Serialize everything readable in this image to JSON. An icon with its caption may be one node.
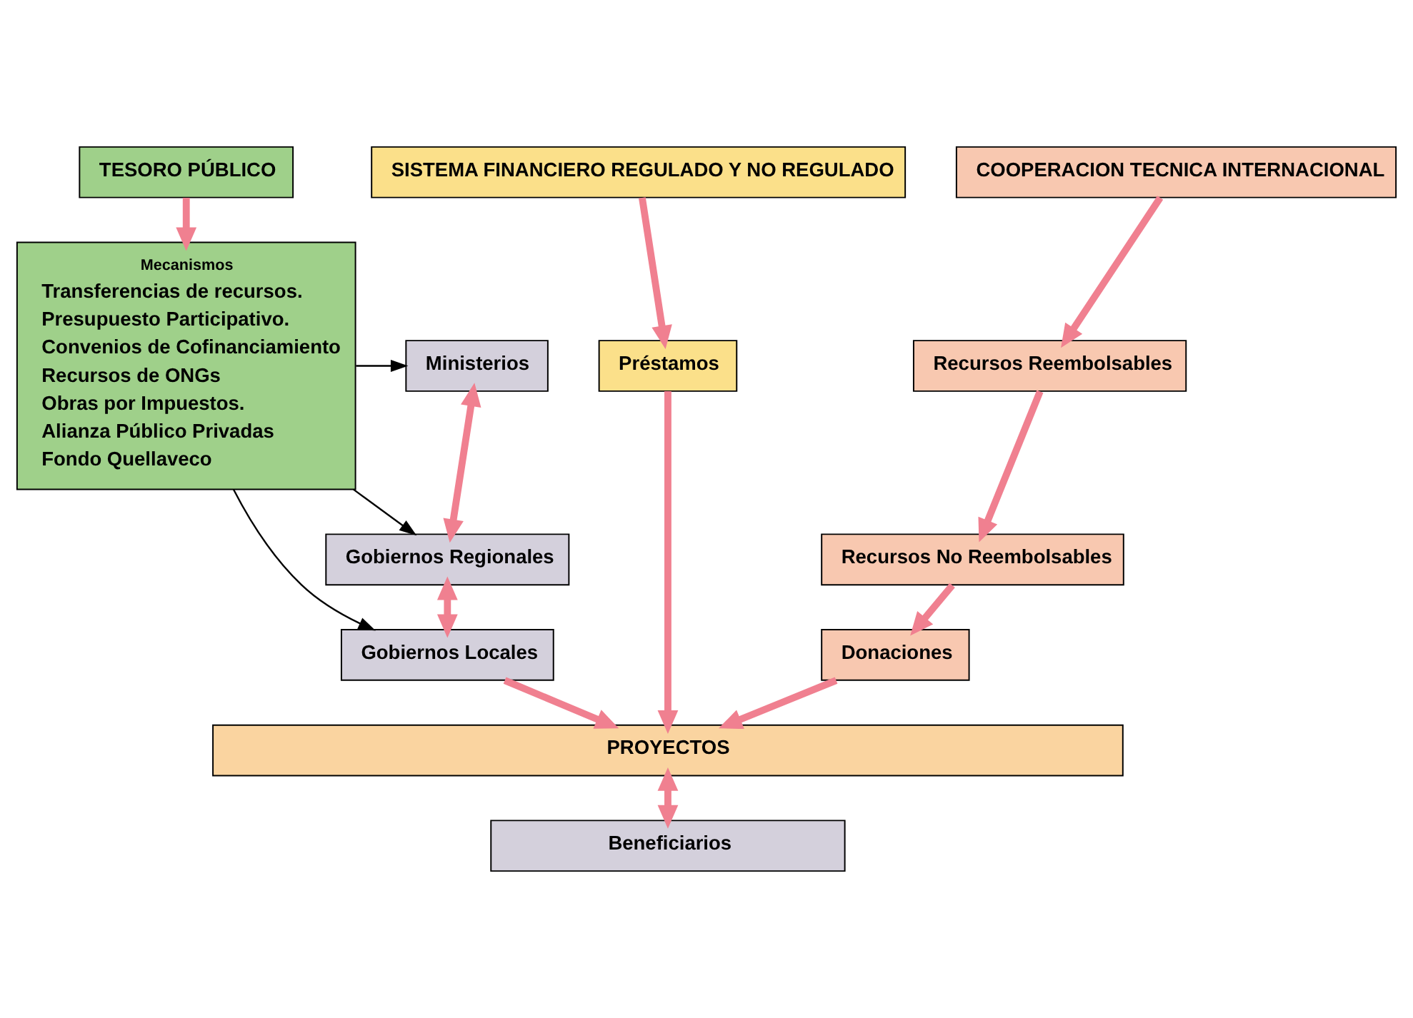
{
  "diagram": {
    "nodes": [
      {
        "text": [
          "TESORO PÚBLICO"
        ]
      },
      {
        "text": [
          "SISTEMA FINANCIERO REGULADO Y NO REGULADO"
        ]
      },
      {
        "text": [
          "COOPERACION TECNICA INTERNACIONAL"
        ]
      },
      {
        "text": [
          "Ministerios"
        ]
      },
      {
        "text": [
          "Mecanismos",
          "Transferencias de recursos.",
          "Presupuesto Participativo.",
          "Convenios de Cofinanciamiento",
          "Recursos de ONGs",
          "Obras por Impuestos.",
          "Alianza Público Privadas",
          "Fondo Quellaveco"
        ]
      },
      {
        "text": [
          "Préstamos"
        ]
      },
      {
        "text": [
          "Recursos Reembolsables"
        ]
      },
      {
        "text": [
          "Gobiernos Regionales"
        ]
      },
      {
        "text": [
          "Recursos No Reembolsables"
        ]
      },
      {
        "text": [
          "Gobiernos Locales"
        ]
      },
      {
        "text": [
          "Donaciones"
        ]
      },
      {
        "text": [
          "PROYECTOS"
        ]
      },
      {
        "text": [
          "Beneficiarios"
        ]
      }
    ],
    "edges": [
      {
        "from": 0,
        "to": 4,
        "arrow": "to"
      },
      {
        "from": 1,
        "to": 5,
        "arrow": "to"
      },
      {
        "from": 2,
        "to": 6,
        "arrow": "to"
      },
      {
        "from": 4,
        "to": 3,
        "arrow": "to",
        "color": "#000000"
      },
      {
        "from": 4,
        "to": 7,
        "arrow": "to",
        "color": "#000000"
      },
      {
        "from": 4,
        "to": 9,
        "arrow": "to",
        "color": "#000000"
      },
      {
        "from": 3,
        "to": 7,
        "arrow": "both"
      },
      {
        "from": 7,
        "to": 9,
        "arrow": "both"
      },
      {
        "from": 6,
        "to": 8,
        "arrow": "to"
      },
      {
        "from": 8,
        "to": 10,
        "arrow": "to"
      },
      {
        "from": 5,
        "to": 11,
        "arrow": "to"
      },
      {
        "from": 9,
        "to": 11,
        "arrow": "to"
      },
      {
        "from": 10,
        "to": 11,
        "arrow": "to"
      },
      {
        "from": 11,
        "to": 12,
        "arrow": "both"
      }
    ]
  }
}
